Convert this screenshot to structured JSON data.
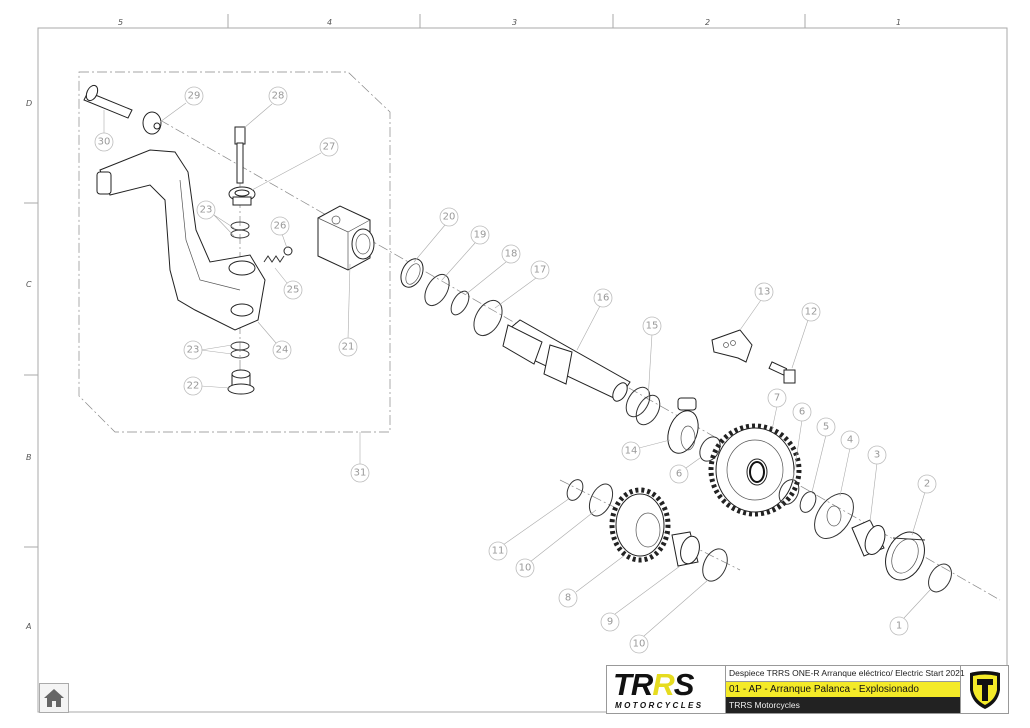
{
  "ruler": {
    "columns": [
      "5",
      "4",
      "3",
      "2",
      "1"
    ],
    "rows": [
      "D",
      "C",
      "B",
      "A"
    ]
  },
  "callouts": {
    "c30": "30",
    "c29": "29",
    "c28": "28",
    "c27": "27",
    "c23a": "23",
    "c26": "26",
    "c25": "25",
    "c24": "24",
    "c23b": "23",
    "c22": "22",
    "c21": "21",
    "c31": "31",
    "c20": "20",
    "c19": "19",
    "c18": "18",
    "c17": "17",
    "c16": "16",
    "c15": "15",
    "c14": "14",
    "c6a": "6",
    "c13": "13",
    "c12": "12",
    "c7": "7",
    "c6b": "6",
    "c5": "5",
    "c4": "4",
    "c3": "3",
    "c2": "2",
    "c1": "1",
    "c11": "11",
    "c10a": "10",
    "c8": "8",
    "c9": "9",
    "c10b": "10"
  },
  "title_block": {
    "logo_text_a": "TR",
    "logo_text_b": "R",
    "logo_text_c": "S",
    "logo_sub": "MOTORCYCLES",
    "description": "Despiece TRRS ONE-R  Arranque eléctrico/ Electric Start 2021",
    "drawing_title": "01 - AP - Arranque Palanca - Explosionado",
    "company": "TRRS Motorcycles"
  },
  "colors": {
    "brand_yellow": "#f4ea28",
    "dark": "#222222"
  }
}
